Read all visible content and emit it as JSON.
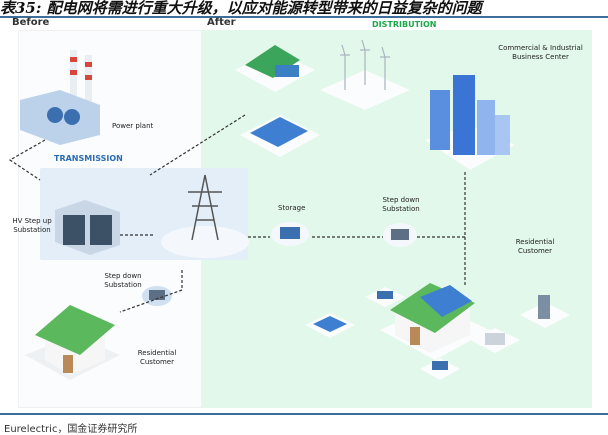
{
  "title": "表35: 配电网将需进行重大升级，以应对能源转型带来的日益复杂的问题",
  "headers": {
    "before": "Before",
    "after": "After",
    "distribution": "DISTRIBUTION"
  },
  "labels": {
    "power_plant": "Power plant",
    "transmission": "TRANSMISSION",
    "hv_substation": "HV Step up Substation",
    "step_down_left": "Step down Substation",
    "residential_left": "Residential Customer",
    "storage": "Storage",
    "step_down_right": "Step down Substation",
    "commercial": "Commercial & Industrial Business Center",
    "residential_right": "Residential Customer"
  },
  "colors": {
    "accent_blue": "#2b6cb0",
    "accent_green": "#1aa84a",
    "panel_green": "#e2f8ea"
  },
  "footer": "Eurelectric，国金证券研究所"
}
